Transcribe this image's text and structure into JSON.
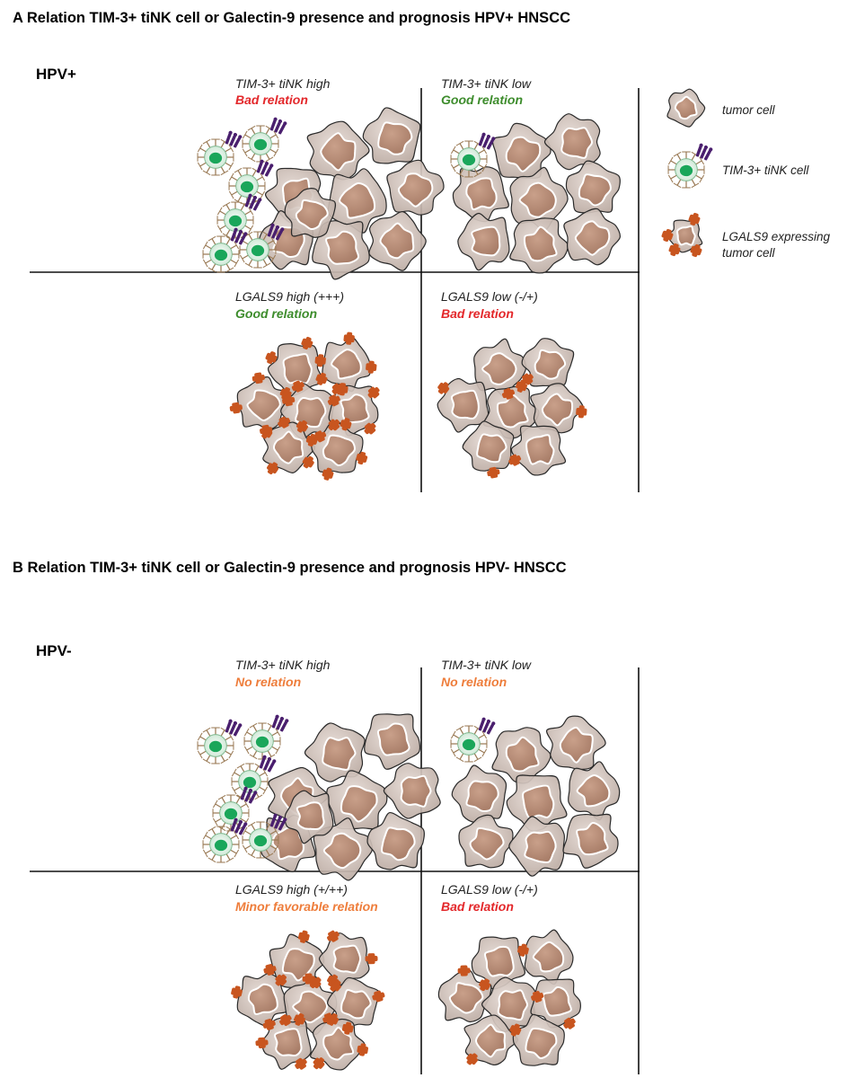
{
  "colors": {
    "bad": "#e3272a",
    "good": "#3d8c2c",
    "none": "#ee7d3b",
    "cell_fill": "#d9cbc4",
    "nucleus_fill": "#b98c76",
    "galectin": "#c8551f",
    "nk_core": "#1aa65a",
    "receptor": "#4a1f6e"
  },
  "panel_a": {
    "title": "A  Relation TIM-3+ tiNK cell or Galectin-9 presence and prognosis HPV+ HNSCC",
    "group": "HPV+",
    "quadrants": {
      "top_left": {
        "condition": "TIM-3+ tiNK high",
        "relation": "Bad relation",
        "tone": "bad"
      },
      "top_right": {
        "condition": "TIM-3+ tiNK low",
        "relation": "Good relation",
        "tone": "good"
      },
      "bottom_left": {
        "condition": "LGALS9 high (+++)",
        "relation": "Good relation",
        "tone": "good"
      },
      "bottom_right": {
        "condition": "LGALS9 low (-/+)",
        "relation": "Bad relation",
        "tone": "bad"
      }
    }
  },
  "panel_b": {
    "title": "B  Relation TIM-3+ tiNK cell or Galectin-9 presence and prognosis HPV- HNSCC",
    "group": "HPV-",
    "quadrants": {
      "top_left": {
        "condition": "TIM-3+ tiNK high",
        "relation": "No relation",
        "tone": "none"
      },
      "top_right": {
        "condition": "TIM-3+ tiNK low",
        "relation": "No relation",
        "tone": "none"
      },
      "bottom_left": {
        "condition": "LGALS9 high (+/++)",
        "relation": "Minor favorable relation",
        "tone": "none"
      },
      "bottom_right": {
        "condition": "LGALS9 low (-/+)",
        "relation": "Bad relation",
        "tone": "bad"
      }
    }
  },
  "legend": {
    "tumor_cell": "tumor cell",
    "nk_cell": "TIM-3+ tiNK cell",
    "lgals9_line1": "LGALS9 expressing",
    "lgals9_line2": "tumor cell"
  }
}
